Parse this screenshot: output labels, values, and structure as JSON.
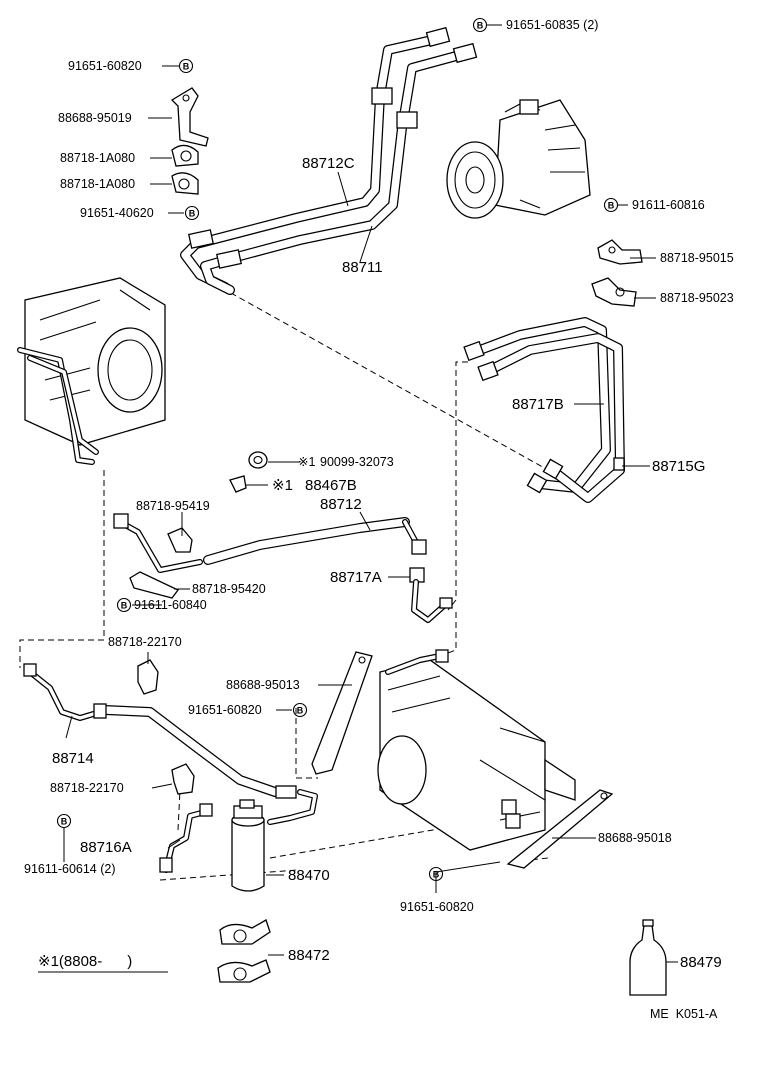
{
  "part_labels": {
    "p91651_60835": "91651-60835 (2)",
    "p91651_60820_top": "91651-60820",
    "p88688_95019": "88688-95019",
    "p88718_1a080_a": "88718-1A080",
    "p88718_1a080_b": "88718-1A080",
    "p91651_40620": "91651-40620",
    "p88712c": "88712C",
    "p88711": "88711",
    "p91611_60816": "91611-60816",
    "p88718_95015": "88718-95015",
    "p88718_95023": "88718-95023",
    "p88717b": "88717B",
    "p88715g": "88715G",
    "p90099_32073": "90099-32073",
    "p88467b": "88467B",
    "p88718_95419": "88718-95419",
    "p88712": "88712",
    "p88718_95420": "88718-95420",
    "p88717a": "88717A",
    "p91611_60840": "91611-60840",
    "p88718_22170_a": "88718-22170",
    "p88688_95013": "88688-95013",
    "p91651_60820_mid": "91651-60820",
    "p88714": "88714",
    "p88718_22170_b": "88718-22170",
    "p88716a": "88716A",
    "p91611_60614": "91611-60614 (2)",
    "p88470": "88470",
    "p88688_95018": "88688-95018",
    "p91651_60820_bot": "91651-60820",
    "p88472": "88472",
    "p88479": "88479"
  },
  "marks": {
    "bolt_letter": "B",
    "asterisk_one": "※1",
    "note": "※1(8808-      )"
  },
  "footer_code": "ME  K051-A"
}
